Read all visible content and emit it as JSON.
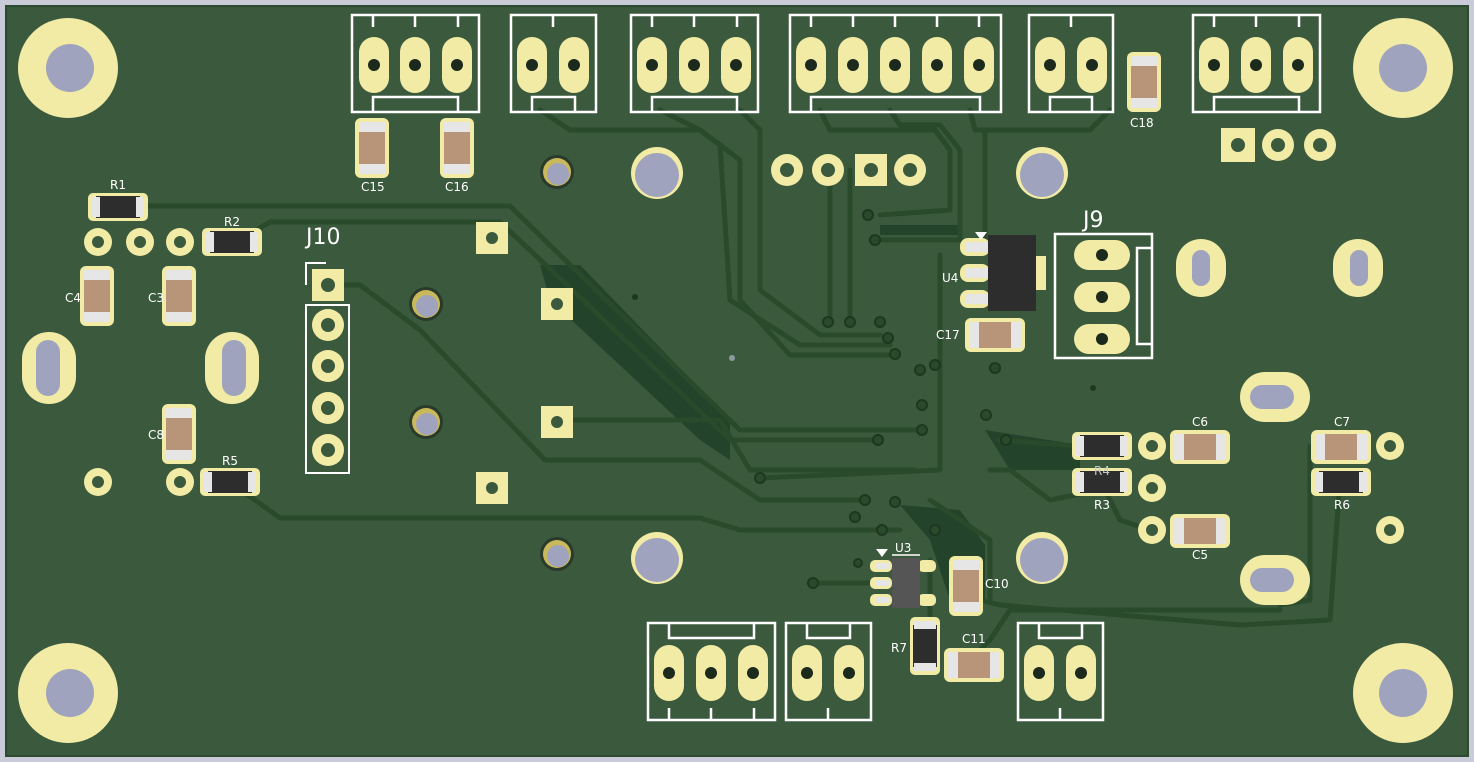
{
  "board": {
    "colors": {
      "frame": "#c9ccd8",
      "substrate": "#3b5a3d",
      "trace": "#2c4a2e",
      "copper_fill": "#23432a",
      "pad": "#f2eba6",
      "pad_dark": "#c9b95a",
      "hole": "#9fa3bd",
      "silk": "#ffffff",
      "body_dark": "#2d2d2d",
      "body_tan": "#b89478"
    }
  },
  "references": {
    "J10": "J10",
    "J9": "J9",
    "U3": "U3",
    "U4": "U4",
    "R1": "R1",
    "R2": "R2",
    "R3": "R3",
    "R4": "R4",
    "R5": "R5",
    "R6": "R6",
    "R7": "R7",
    "C3": "C3",
    "C4": "C4",
    "C5": "C5",
    "C6": "C6",
    "C7": "C7",
    "C8": "C8",
    "C10": "C10",
    "C11": "C11",
    "C15": "C15",
    "C16": "C16",
    "C17": "C17",
    "C18": "C18"
  }
}
